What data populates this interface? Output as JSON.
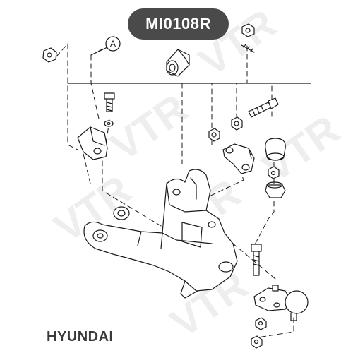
{
  "part_number": "MI0108R",
  "brand": "HYUNDAI",
  "callout_label": "A",
  "watermark_text": "VTR",
  "colors": {
    "badge_background": "#4a4a4a",
    "badge_text": "#ffffff",
    "line_art": "#1a1a1a",
    "watermark": "#eeeeee",
    "brand_text": "#3a3a3a"
  }
}
